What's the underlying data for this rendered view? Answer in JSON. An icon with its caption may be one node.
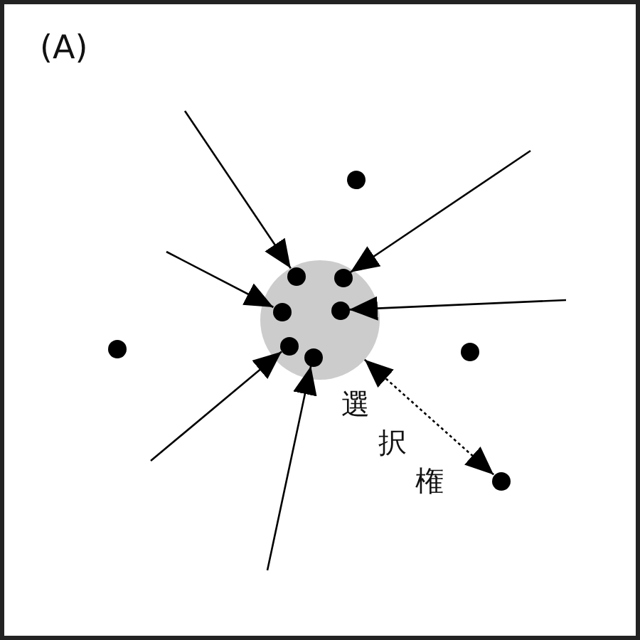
{
  "diagram": {
    "nodes": [
      {
        "text": [],
        "shape": "dot"
      },
      {
        "text": [],
        "shape": "circle"
      },
      {
        "text": [],
        "shape": "dot",
        "in": 1
      },
      {
        "text": [],
        "shape": "dot",
        "in": 1
      },
      {
        "text": [],
        "shape": "dot",
        "in": 1
      },
      {
        "text": [],
        "shape": "dot",
        "in": 1
      },
      {
        "text": [],
        "shape": "dot",
        "in": 1
      },
      {
        "text": [],
        "shape": "dot",
        "in": 1
      },
      {
        "text": [],
        "shape": "dot"
      },
      {
        "text": [],
        "shape": "dot"
      },
      {
        "text": [],
        "shape": "dot"
      }
    ],
    "edges": [
      {
        "from": null,
        "to": 2,
        "arrow": "to"
      },
      {
        "from": null,
        "to": 3,
        "arrow": "to"
      },
      {
        "from": null,
        "to": 4,
        "arrow": "to"
      },
      {
        "from": null,
        "to": 5,
        "arrow": "to"
      },
      {
        "from": null,
        "to": 6,
        "arrow": "to"
      },
      {
        "from": null,
        "to": 7,
        "arrow": "to"
      },
      {
        "from": 1,
        "to": 10,
        "arrow": "both",
        "style": "dashed",
        "label": "選択権"
      }
    ],
    "labels": [
      "(A)"
    ]
  }
}
